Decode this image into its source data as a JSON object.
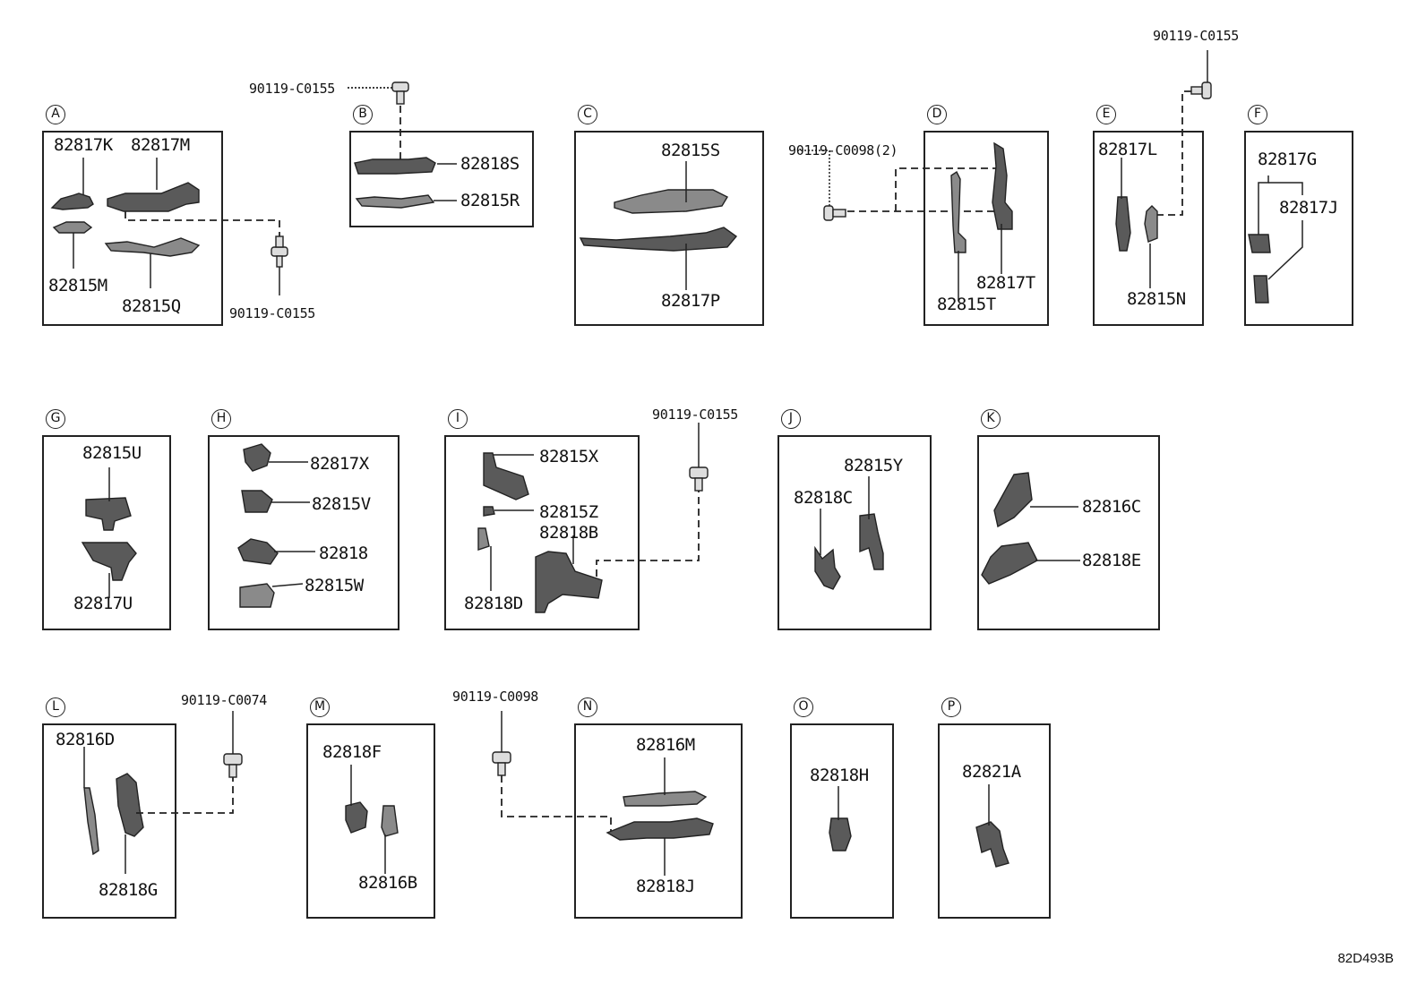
{
  "diagram": {
    "sections": [
      {
        "id": "A",
        "parts": [
          "82817K",
          "82817M",
          "82815M",
          "82815Q"
        ],
        "bolt": "90119-C0155"
      },
      {
        "id": "B",
        "parts": [
          "82818S",
          "82815R"
        ],
        "bolt": "90119-C0155"
      },
      {
        "id": "C",
        "parts": [
          "82815S",
          "82817P"
        ]
      },
      {
        "id": "D",
        "parts": [
          "82817T",
          "82815T"
        ],
        "bolt": "90119-C0098(2)"
      },
      {
        "id": "E",
        "parts": [
          "82817L",
          "82815N"
        ],
        "bolt": "90119-C0155"
      },
      {
        "id": "F",
        "parts": [
          "82817G",
          "82817J"
        ]
      },
      {
        "id": "G",
        "parts": [
          "82815U",
          "82817U"
        ]
      },
      {
        "id": "H",
        "parts": [
          "82817X",
          "82815V",
          "82818",
          "82815W"
        ]
      },
      {
        "id": "I",
        "parts": [
          "82815X",
          "82815Z",
          "82818B",
          "82818D"
        ],
        "bolt": "90119-C0155"
      },
      {
        "id": "J",
        "parts": [
          "82815Y",
          "82818C"
        ]
      },
      {
        "id": "K",
        "parts": [
          "82816C",
          "82818E"
        ]
      },
      {
        "id": "L",
        "parts": [
          "82816D",
          "82818G"
        ],
        "bolt": "90119-C0074"
      },
      {
        "id": "M",
        "parts": [
          "82818F",
          "82816B"
        ]
      },
      {
        "id": "N",
        "parts": [
          "82816M",
          "82818J"
        ],
        "bolt": "90119-C0098"
      },
      {
        "id": "O",
        "parts": [
          "82818H"
        ]
      },
      {
        "id": "P",
        "parts": [
          "82821A"
        ]
      }
    ],
    "reference": "82D493B"
  }
}
